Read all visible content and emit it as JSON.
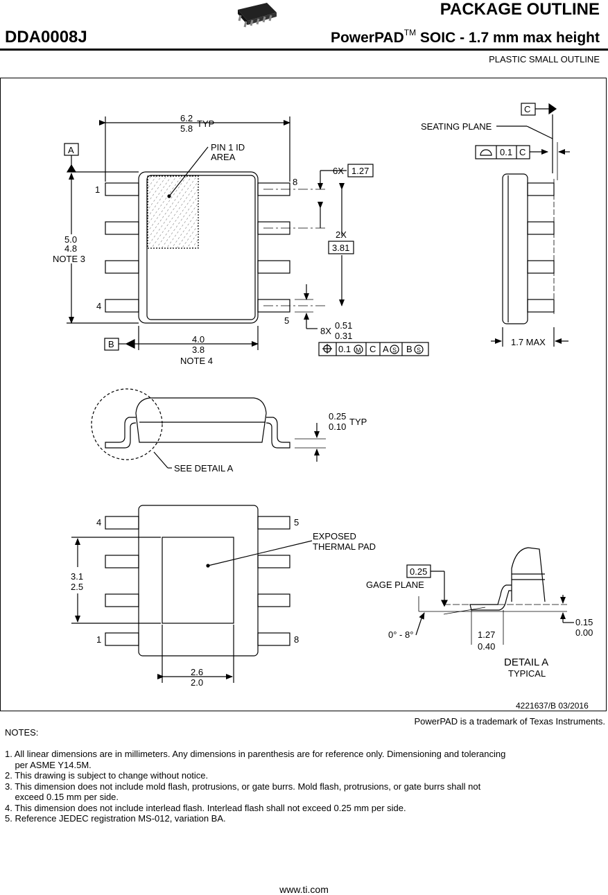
{
  "header": {
    "title": "PACKAGE OUTLINE",
    "part_number": "DDA0008J",
    "subtitle": "PowerPAD",
    "subtitle_tm": "TM",
    "subtitle_rest": " SOIC - 1.7 mm max height",
    "package_type": "PLASTIC SMALL OUTLINE"
  },
  "drawing": {
    "top_view": {
      "width_dim": {
        "max": "6.2",
        "min": "5.8",
        "suffix": "TYP"
      },
      "datum_a": "A",
      "datum_b": "B",
      "pin1_label_line1": "PIN 1 ID",
      "pin1_label_line2": "AREA",
      "pin_labels": {
        "p1": "1",
        "p4": "4",
        "p5": "5",
        "p8": "8"
      },
      "length_dim": {
        "max": "5.0",
        "min": "4.8",
        "note": "NOTE 3"
      },
      "body_dim": {
        "max": "4.0",
        "min": "3.8",
        "note": "NOTE 4"
      },
      "pitch_count": "6X",
      "pitch": "1.27",
      "span_count": "2X",
      "span": "3.81",
      "lead_width_count": "8X",
      "lead_width": {
        "max": "0.51",
        "min": "0.31"
      },
      "position_tol": {
        "value": "0.1",
        "modifier_m": "M",
        "datum1": "C",
        "datum2": "A",
        "datum3": "B",
        "modifier_s": "S"
      }
    },
    "side_view": {
      "datum_c": "C",
      "seating_plane": "SEATING PLANE",
      "flatness": {
        "value": "0.1",
        "datum": "C"
      },
      "height": "1.7 MAX"
    },
    "end_view": {
      "lead_thickness": {
        "max": "0.25",
        "min": "0.10",
        "suffix": "TYP"
      },
      "see_detail": "SEE DETAIL A"
    },
    "bottom_view": {
      "pin_labels": {
        "p4": "4",
        "p5": "5",
        "p1": "1",
        "p8": "8"
      },
      "pad_label_line1": "EXPOSED",
      "pad_label_line2": "THERMAL PAD",
      "pad_length": {
        "max": "3.1",
        "min": "2.5"
      },
      "pad_width": {
        "max": "2.6",
        "min": "2.0"
      }
    },
    "detail_a": {
      "gage_value": "0.25",
      "gage_plane": "GAGE PLANE",
      "angle": "0° - 8°",
      "standoff": {
        "max": "0.15",
        "min": "0.00"
      },
      "foot_length": {
        "max": "1.27",
        "min": "0.40"
      },
      "title": "DETAIL A",
      "subtitle": "TYPICAL"
    },
    "doc_id": "4221637/B   03/2016"
  },
  "trademark": "PowerPAD is a trademark of Texas Instruments.",
  "notes_title": "NOTES:",
  "notes": [
    "1. All linear dimensions are in millimeters. Any dimensions in parenthesis are for reference only. Dimensioning and tolerancing",
    "    per ASME Y14.5M.",
    "2. This drawing is subject to change without notice.",
    "3. This dimension does not include mold flash, protrusions, or gate burrs. Mold flash, protrusions, or gate burrs shall not",
    "    exceed 0.15 mm per side.",
    "4. This dimension does not include interlead flash. Interlead flash shall not exceed 0.25 mm per side.",
    "5. Reference JEDEC registration MS-012, variation BA."
  ],
  "footer": "www.ti.com"
}
